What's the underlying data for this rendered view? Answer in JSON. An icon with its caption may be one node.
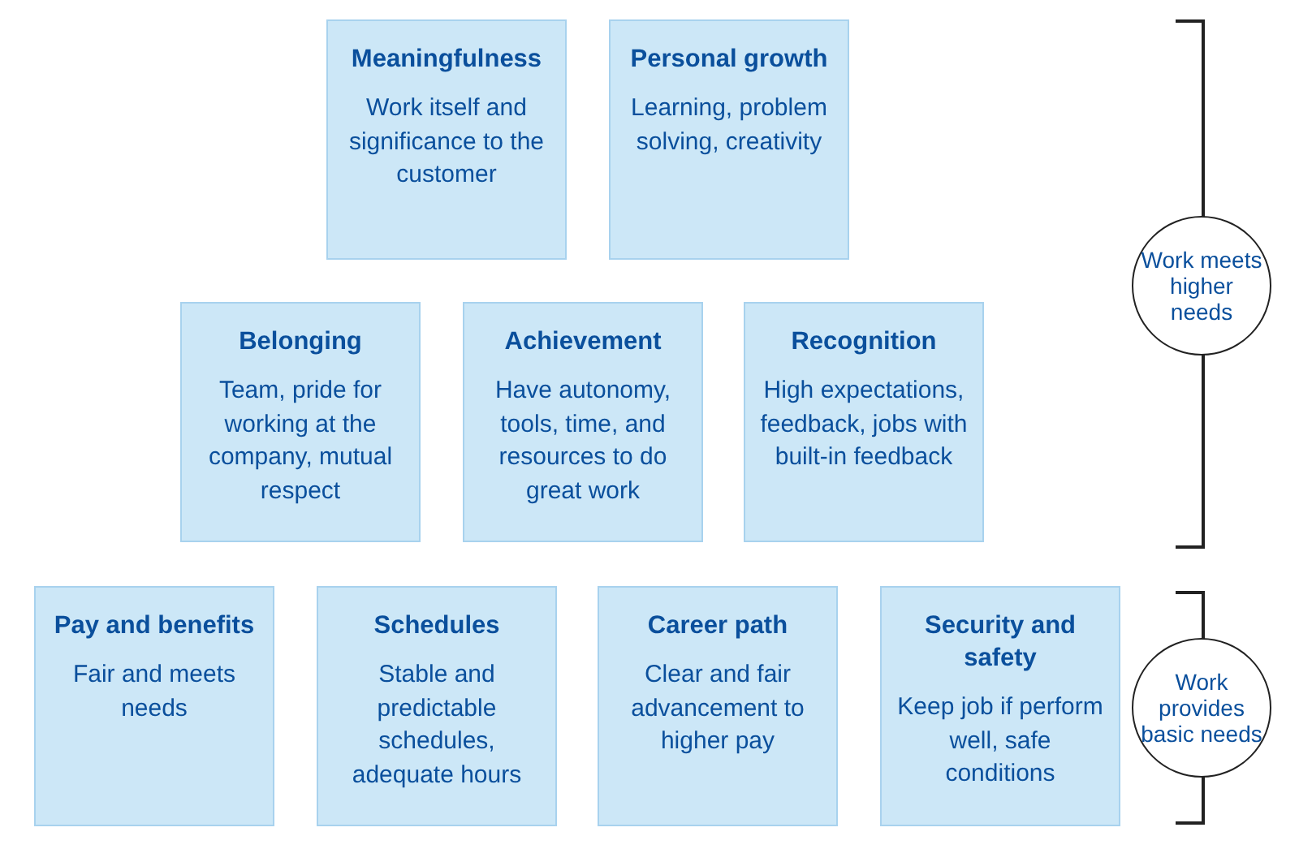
{
  "diagram": {
    "nodes": [
      {
        "text": [
          "Meaningfulness",
          "Work itself and significance to the customer"
        ]
      },
      {
        "text": [
          "Personal growth",
          "Learning, problem solving, creativity"
        ]
      },
      {
        "text": [
          "Belonging",
          "Team, pride for working at the company, mutual respect"
        ]
      },
      {
        "text": [
          "Achievement",
          "Have autonomy, tools, time, and resources to do great work"
        ]
      },
      {
        "text": [
          "Recognition",
          "High expectations, feedback, jobs with built-in feedback"
        ]
      },
      {
        "text": [
          "Work meets higher needs"
        ]
      },
      {
        "text": [
          "Pay and benefits",
          "Fair and meets needs"
        ]
      },
      {
        "text": [
          "Schedules",
          "Stable and predictable schedules, adequate hours"
        ]
      },
      {
        "text": [
          "Career path",
          "Clear and fair advancement to higher pay"
        ]
      },
      {
        "text": [
          "Security and safety",
          "Keep job if perform well, safe conditions"
        ]
      },
      {
        "text": [
          "Work provides basic needs"
        ]
      }
    ]
  }
}
